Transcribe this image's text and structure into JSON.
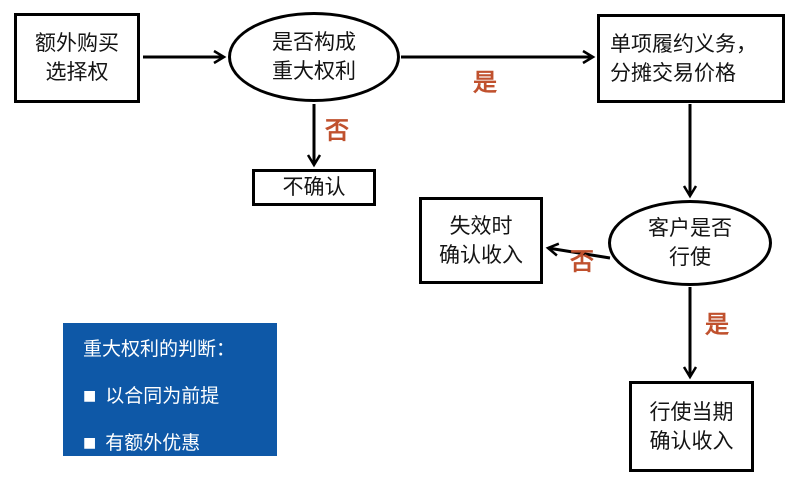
{
  "colors": {
    "line": "#000000",
    "edge_label_accent": "#C0512E",
    "note_background": "#0E58A7",
    "note_text": "#FFFFFF",
    "node_border": "#000000"
  },
  "nodes": {
    "additional_option": {
      "line1": "额外购买",
      "line2": "选择权"
    },
    "is_material_right": {
      "line1": "是否构成",
      "line2": "重大权利"
    },
    "single_obligation": {
      "line1": "单项履约义务，",
      "line2": "分摊交易价格"
    },
    "not_recognize": {
      "line1": "不确认"
    },
    "recognize_on_expiry": {
      "line1": "失效时",
      "line2": "确认收入"
    },
    "customer_exercise": {
      "line1": "客户是否",
      "line2": "行使"
    },
    "recognize_when_exercised": {
      "line1": "行使当期",
      "line2": "确认收入"
    }
  },
  "edge_labels": {
    "yes_to_obligation": "是",
    "no_to_not_recognize": "否",
    "no_to_expiry": "否",
    "yes_to_exercised": "是"
  },
  "note": {
    "title": "重大权利的判断：",
    "bullet_glyph": "■",
    "bullets": [
      "以合同为前提",
      "有额外优惠"
    ]
  }
}
